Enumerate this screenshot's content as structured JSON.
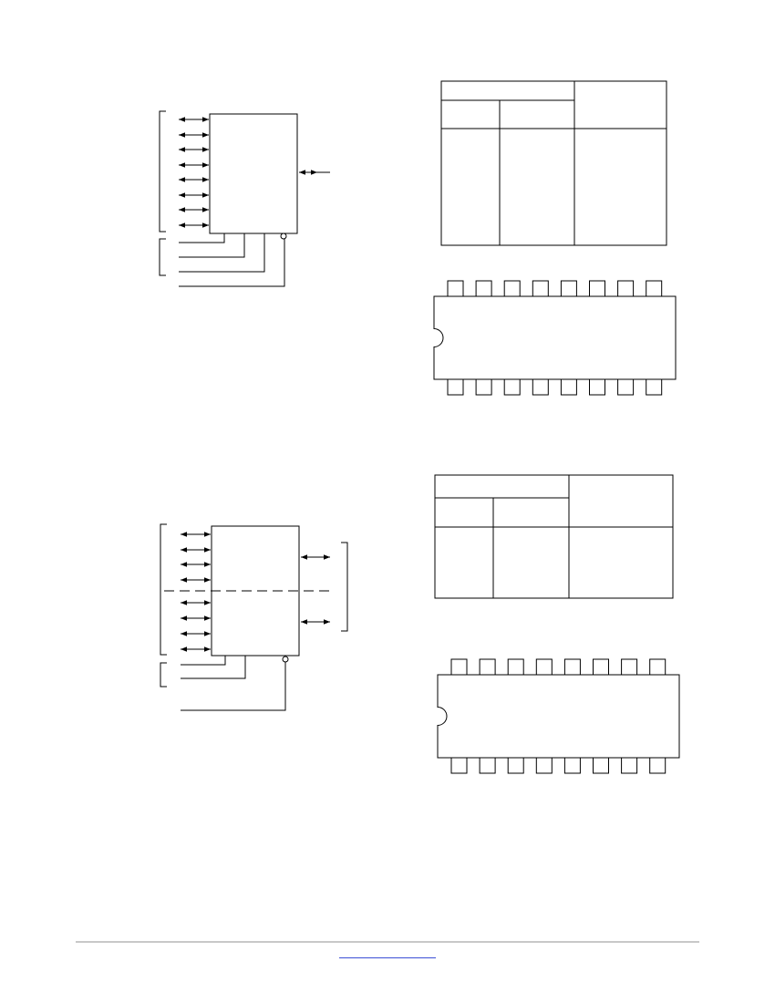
{
  "colors": {
    "ink": "#000000",
    "background": "#ffffff",
    "footer_rule": "#c8c8c8",
    "link": "#3b4fd6"
  },
  "diagrams": {
    "multiplexer_8_channel": {
      "channel_count": 8,
      "dashed_divider": false
    },
    "multiplexer_dual_4_channel": {
      "channel_count": 8,
      "dashed_divider": true
    }
  },
  "truth_tables": {
    "table_8_channel": {
      "input_columns": 2,
      "output_columns": 1
    },
    "table_dual_4_channel": {
      "input_columns": 2,
      "output_columns": 1
    }
  },
  "packages": {
    "package_8_channel": {
      "pins_per_side": 8,
      "pin_count": 16,
      "notch": "left"
    },
    "package_dual_4_channel": {
      "pins_per_side": 8,
      "pin_count": 16,
      "notch": "left"
    }
  },
  "footer": {
    "link_text": ""
  }
}
